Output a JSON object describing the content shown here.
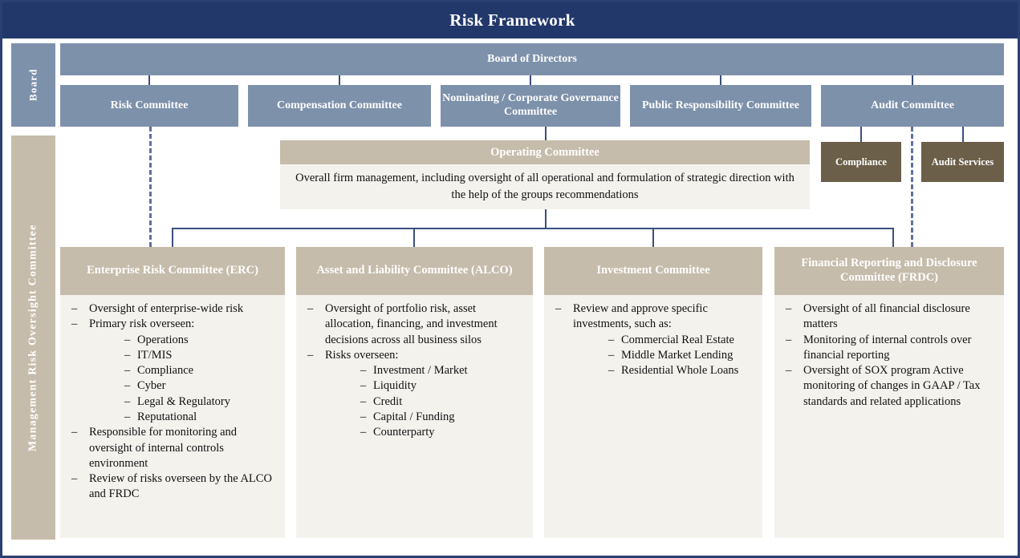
{
  "title": "Risk Framework",
  "rails": {
    "board": "Board",
    "management": "Management Risk Oversight Committee"
  },
  "board_level": {
    "board_of_directors": "Board of Directors",
    "committees": [
      "Risk Committee",
      "Compensation Committee",
      "Nominating / Corporate Governance Committee",
      "Public Responsibility Committee",
      "Audit Committee"
    ]
  },
  "support_units": [
    "Compliance",
    "Audit Services"
  ],
  "operating_committee": {
    "title": "Operating Committee",
    "description": "Overall firm management, including oversight of all operational and formulation of strategic direction with the help of the groups recommendations"
  },
  "committees": [
    {
      "id": "erc",
      "title": "Enterprise Risk Committee (ERC)",
      "items": [
        {
          "text": "Oversight of enterprise-wide risk",
          "sub": []
        },
        {
          "text": "Primary risk overseen:",
          "sub": [
            "Operations",
            "IT/MIS",
            "Compliance",
            "Cyber",
            "Legal & Regulatory",
            "Reputational"
          ]
        },
        {
          "text": "Responsible for monitoring and oversight of internal controls environment",
          "sub": []
        },
        {
          "text": "Review of risks overseen by the ALCO and FRDC",
          "sub": []
        }
      ]
    },
    {
      "id": "alco",
      "title": "Asset and Liability Committee (ALCO)",
      "items": [
        {
          "text": "Oversight of portfolio risk, asset allocation, financing, and investment decisions across all business silos",
          "sub": []
        },
        {
          "text": "Risks overseen:",
          "sub": [
            "Investment / Market",
            "Liquidity",
            "Credit",
            "Capital / Funding",
            "Counterparty"
          ]
        }
      ]
    },
    {
      "id": "ic",
      "title": "Investment Committee",
      "items": [
        {
          "text": "Review and approve specific investments, such as:",
          "sub": [
            "Commercial Real Estate",
            "Middle Market Lending",
            "Residential Whole Loans"
          ]
        }
      ]
    },
    {
      "id": "frdc",
      "title": "Financial Reporting and Disclosure Committee (FRDC)",
      "items": [
        {
          "text": "Oversight of all financial disclosure matters",
          "sub": []
        },
        {
          "text": "Monitoring of internal controls over financial reporting",
          "sub": []
        },
        {
          "text": "Oversight of SOX program Active monitoring of changes in GAAP / Tax standards and related applications",
          "sub": []
        }
      ]
    }
  ],
  "glyphs": {
    "dash": "–"
  },
  "colors": {
    "navy": "#22386b",
    "blue_gray": "#7d91ab",
    "tan": "#c6bcab",
    "brown": "#6b5f49",
    "card_body": "#f4f2ed",
    "connector": "#3a4f7f"
  }
}
